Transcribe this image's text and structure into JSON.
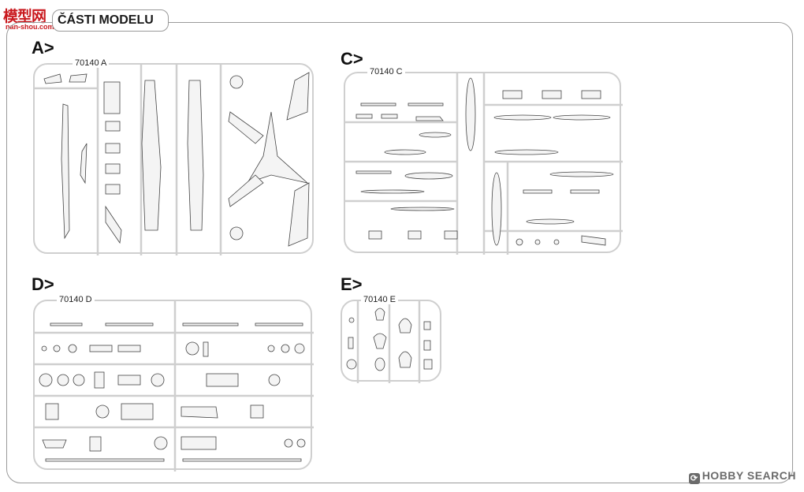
{
  "watermark_top": {
    "cn": "模型网",
    "domain": "nan-shou.com"
  },
  "header": {
    "title": "ČÁSTI MODELU"
  },
  "sections": [
    {
      "letter": "A>",
      "code": "70140 A"
    },
    {
      "letter": "C>",
      "code": "70140 C"
    },
    {
      "letter": "D>",
      "code": "70140 D"
    },
    {
      "letter": "E>",
      "code": "70140 E"
    }
  ],
  "watermark_bottom": {
    "text": "HOBBY SEARCH"
  },
  "colors": {
    "frame": "#9a9a9a",
    "sprue": "#cfcfcf",
    "brand_red": "#c9191e"
  }
}
